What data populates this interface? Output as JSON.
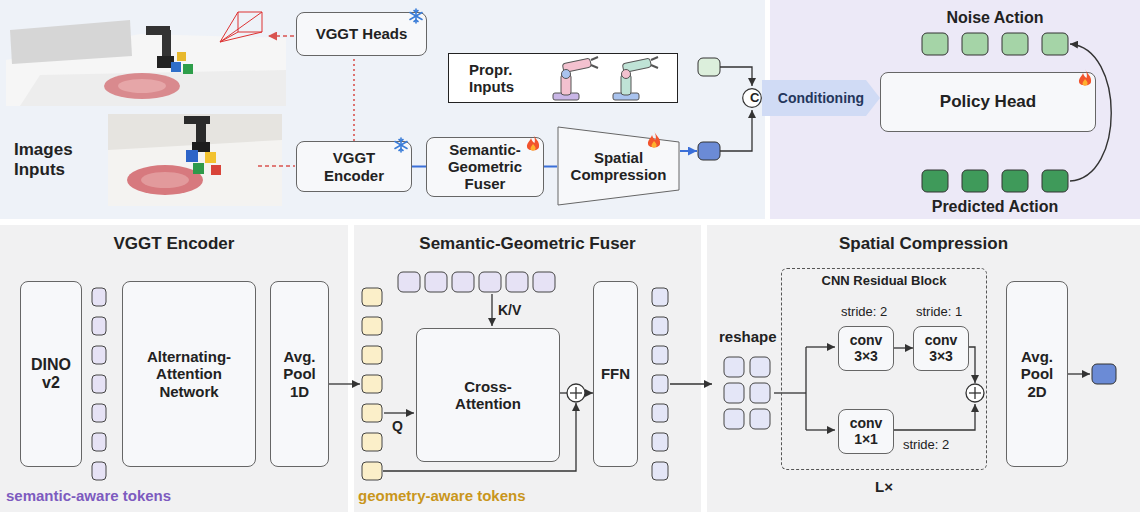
{
  "diagram": {
    "nodes": [
      {
        "text": [
          "VGGT Heads"
        ]
      },
      {
        "text": [
          "Propr. Inputs"
        ]
      },
      {
        "text": [
          "VGGT Encoder"
        ]
      },
      {
        "text": [
          "Semantic-Geometric Fuser"
        ]
      },
      {
        "text": [
          "Spatial Compression"
        ]
      },
      {
        "text": [
          "C"
        ]
      },
      {
        "text": [
          "Policy Head"
        ]
      },
      {
        "text": [
          "VGGT Encoder"
        ]
      },
      {
        "text": [
          "DINO v2"
        ],
        "in": 7
      },
      {
        "text": [
          "Alternating-Attention Network"
        ],
        "in": 7
      },
      {
        "text": [
          "Avg. Pool 1D"
        ],
        "in": 7
      },
      {
        "text": [
          "Semantic-Geometric Fuser"
        ]
      },
      {
        "text": [
          "Cross-Attention"
        ],
        "in": 11
      },
      {
        "text": [
          "FFN"
        ],
        "in": 11
      },
      {
        "text": [
          "Spatial Compression"
        ]
      },
      {
        "text": [
          "CNN Residual Block"
        ],
        "in": 14
      },
      {
        "text": [
          "conv 3×3"
        ],
        "in": 15
      },
      {
        "text": [
          "conv 3×3"
        ],
        "in": 15
      },
      {
        "text": [
          "conv 1×1"
        ],
        "in": 15
      },
      {
        "text": [
          "Avg. Pool 2D"
        ],
        "in": 14
      }
    ],
    "edges": [
      {
        "from": 2,
        "to": 0,
        "arrow": "none"
      },
      {
        "from": 2,
        "to": 3,
        "arrow": "none"
      },
      {
        "from": 3,
        "to": 4,
        "arrow": "none"
      },
      {
        "from": 5,
        "to": 6,
        "label": "Conditioning",
        "arrow": "to"
      },
      {
        "from": 16,
        "to": 17,
        "arrow": "to"
      }
    ],
    "labels": [
      "Images Inputs",
      "Noise Action",
      "Predicted Action",
      "K/V",
      "Q",
      "semantic-aware tokens",
      "geometry-aware tokens",
      "reshape",
      "stride: 2",
      "stride: 1",
      "stride: 2",
      "L×"
    ]
  }
}
